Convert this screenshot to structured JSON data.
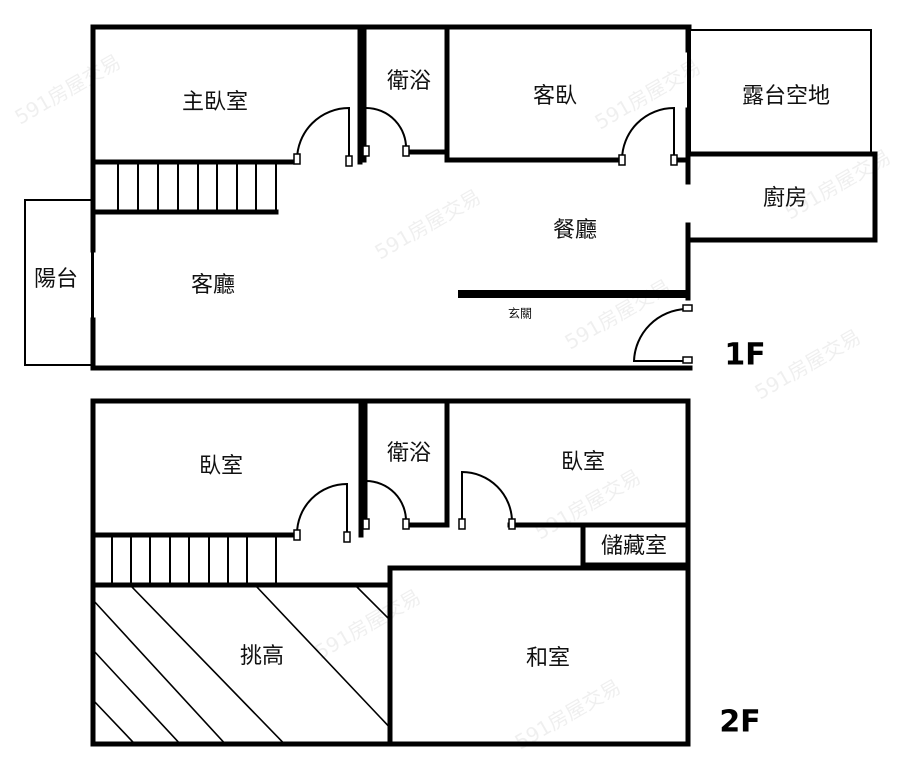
{
  "floor1": {
    "label": "1F",
    "rooms": {
      "master_bedroom": "主臥室",
      "bathroom": "衛浴",
      "guest_bedroom": "客臥",
      "terrace": "露台空地",
      "kitchen": "廚房",
      "dining_room": "餐廳",
      "balcony": "陽台",
      "living_room": "客廳",
      "entrance": "玄關"
    }
  },
  "floor2": {
    "label": "2F",
    "rooms": {
      "bedroom_left": "臥室",
      "bathroom": "衛浴",
      "bedroom_right": "臥室",
      "storage": "儲藏室",
      "atrium": "挑高",
      "japanese_room": "和室"
    }
  },
  "watermark": "591房屋交易"
}
